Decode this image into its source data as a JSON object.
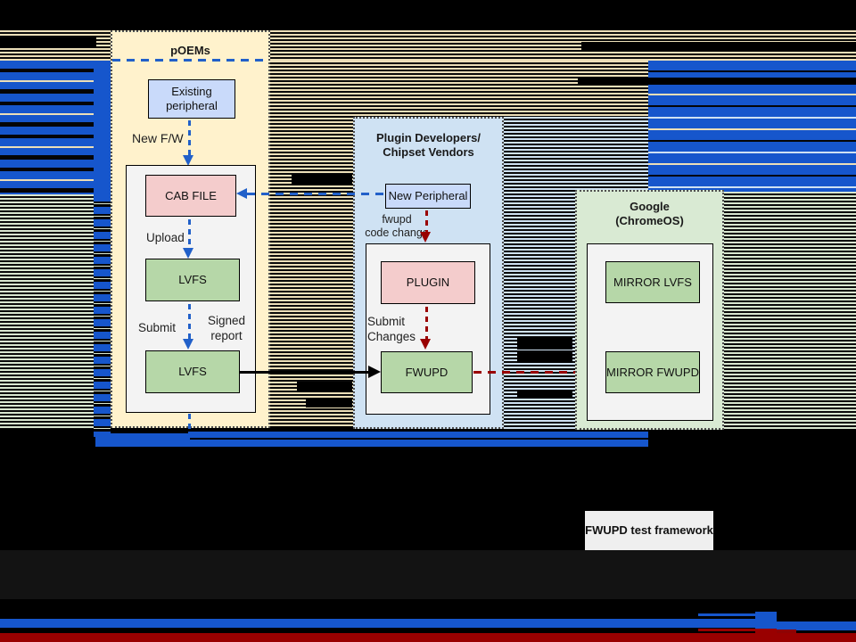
{
  "diagram": {
    "poems": {
      "title": "pOEMs",
      "existing_peripheral_lines": [
        "Existing",
        "peripheral"
      ],
      "new_fw_label": "New F/W",
      "cab_file": "CAB FILE",
      "upload_label": "Upload",
      "lvfs_upper": "LVFS",
      "submit_label": "Submit",
      "signed_report_lines": [
        "Signed",
        "report"
      ],
      "lvfs_lower": "LVFS"
    },
    "plugin_vendors": {
      "title_lines": [
        "Plugin Developers/",
        "Chipset Vendors"
      ],
      "new_peripheral": "New Peripheral",
      "fwupd_code_change_lines": [
        "fwupd",
        "code change"
      ],
      "plugin_box": "PLUGIN",
      "submit_changes_lines": [
        "Submit",
        "Changes"
      ],
      "fwupd_box": "FWUPD"
    },
    "google": {
      "title_lines": [
        "Google",
        "(ChromeOS)"
      ],
      "mirror_lvfs": "MIRROR LVFS",
      "mirror_fwupd": "MIRROR FWUPD"
    },
    "fwupd_test_framework_label": "FWUPD test framework"
  },
  "colors": {
    "arrow_blue": "#2160c9",
    "arrow_dark_red": "#990000",
    "panel_cream": "#fff2cc",
    "panel_light_blue": "#cfe2f3",
    "panel_light_green": "#d9ead3",
    "node_blue": "#c9dafa",
    "node_pink": "#f4cccc",
    "node_green": "#b6d7a8",
    "container_gray": "#f3f3f3",
    "glitch_tan": "#ecdfb8",
    "glitch_blue": "#1656cc",
    "bottom_bar_blue": "#1656cc",
    "bottom_bar_red": "#990000"
  }
}
